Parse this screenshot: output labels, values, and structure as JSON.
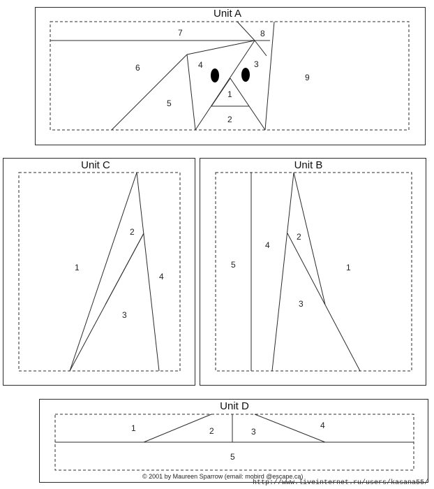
{
  "units": {
    "a": {
      "title": "Unit A",
      "pieces": [
        "1",
        "2",
        "3",
        "4",
        "5",
        "6",
        "7",
        "8",
        "9"
      ]
    },
    "c": {
      "title": "Unit C",
      "pieces": [
        "1",
        "2",
        "3",
        "4"
      ]
    },
    "b": {
      "title": "Unit B",
      "pieces": [
        "1",
        "2",
        "3",
        "4",
        "5"
      ]
    },
    "d": {
      "title": "Unit D",
      "pieces": [
        "1",
        "2",
        "3",
        "4",
        "5"
      ]
    }
  },
  "footer": {
    "copyright": "© 2001 by Maureen Sparrow (email: mobird @escape.ca)",
    "watermark": "http://www.liveinternet.ru/users/kasana55/"
  },
  "colors": {
    "line": "#2b2b2b",
    "eye": "#000000"
  }
}
